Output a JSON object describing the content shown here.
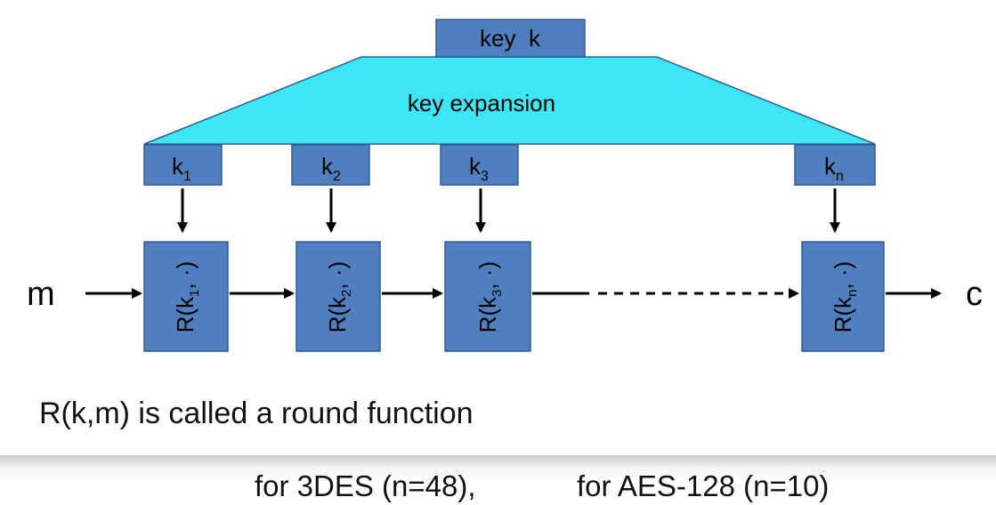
{
  "key_label": "key  k",
  "expansion_label": "key expansion",
  "round_keys": [
    {
      "base": "k",
      "sub": "1"
    },
    {
      "base": "k",
      "sub": "2"
    },
    {
      "base": "k",
      "sub": "3"
    },
    {
      "base": "k",
      "sub": "n"
    }
  ],
  "round_boxes": [
    {
      "pre": "R(k",
      "sub": "1",
      "post": ", ·)"
    },
    {
      "pre": "R(k",
      "sub": "2",
      "post": ", ·)"
    },
    {
      "pre": "R(k",
      "sub": "3",
      "post": ", ·)"
    },
    {
      "pre": "R(k",
      "sub": "n",
      "post": ", ·)"
    }
  ],
  "input_label": "m",
  "output_label": "c",
  "caption": "R(k,m) is called a round function",
  "bottom": {
    "left": "for  3DES (n=48),",
    "right": "for AES-128  (n=10)"
  },
  "colors": {
    "box_fill": "#4f7fbf",
    "box_stroke": "#2f5e94",
    "expansion_fill": "#3ee6f4"
  }
}
